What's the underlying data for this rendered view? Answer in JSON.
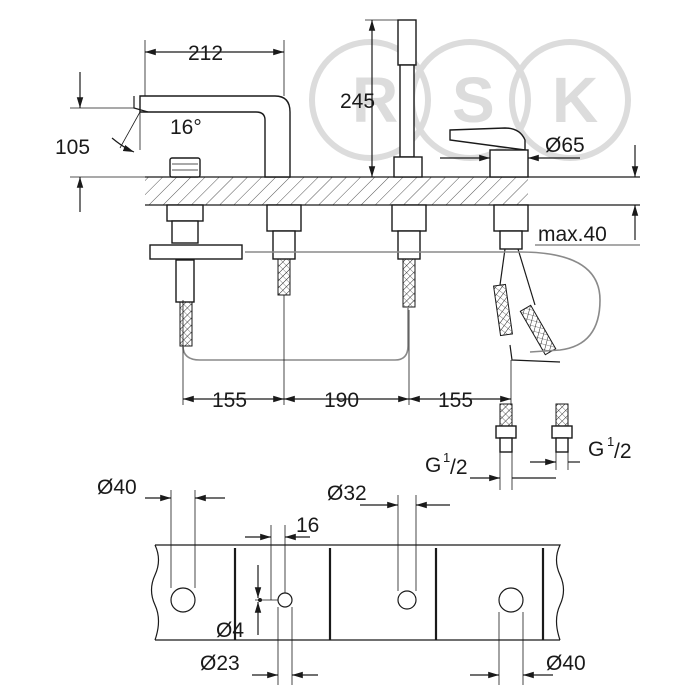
{
  "watermark": {
    "letters": [
      "R",
      "S",
      "K"
    ]
  },
  "top_view": {
    "dim_spout_reach": "212",
    "dim_spout_height": "105",
    "dim_spout_angle": "16°",
    "dim_handshower_height": "245",
    "dim_handle_diameter": "Ø65",
    "dim_max_deck": "max.40",
    "dim_spacing_1": "155",
    "dim_spacing_2": "190",
    "dim_spacing_3": "155",
    "thread_left_main": "G",
    "thread_left_num": "1",
    "thread_left_den": "/2",
    "thread_right_main": "G",
    "thread_right_num": "1",
    "thread_right_den": "/2"
  },
  "bottom_view": {
    "dim_hole_40_left": "Ø40",
    "dim_hole_32": "Ø32",
    "dim_offset_16": "16",
    "dim_pin_4": "Ø4",
    "dim_hole_23": "Ø23",
    "dim_hole_40_right": "Ø40"
  }
}
